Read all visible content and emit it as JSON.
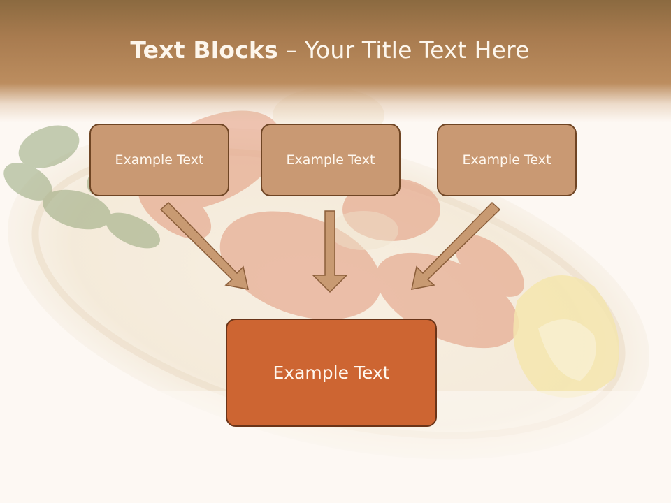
{
  "slide": {
    "title_bold": "Text Blocks",
    "title_rest": " – Your Title Text Here",
    "boxes": [
      {
        "label": "Example Text"
      },
      {
        "label": "Example Text"
      },
      {
        "label": "Example Text"
      }
    ],
    "main_box": {
      "label": "Example Text"
    }
  },
  "colors": {
    "header": "#b07f51",
    "box_fill": "#c99973",
    "main_box_fill": "#cd6532",
    "arrow": "#c59770"
  }
}
